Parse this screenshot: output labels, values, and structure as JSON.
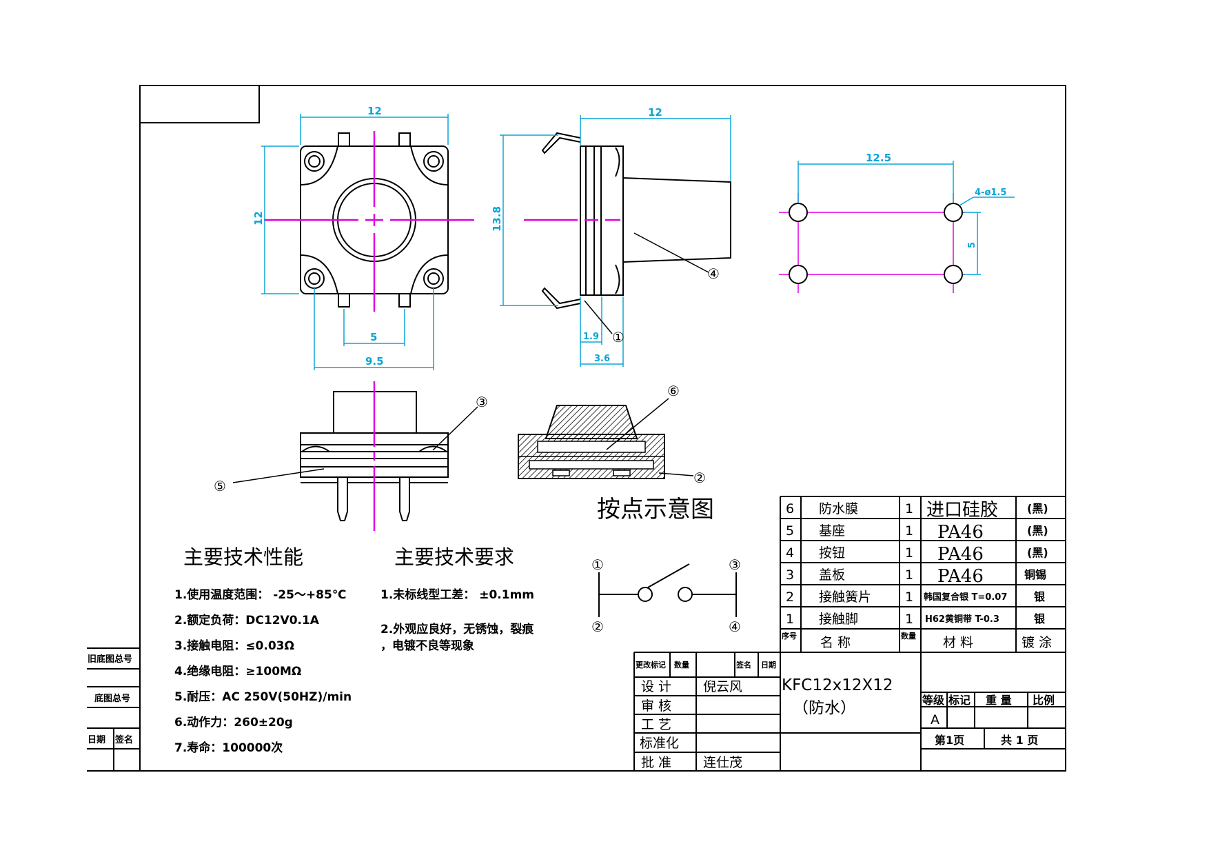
{
  "views": {
    "front": {
      "dim_top": "12",
      "dim_left": "12",
      "dim_pin": "5",
      "dim_bottom": "9.5"
    },
    "side": {
      "dim_top": "12",
      "dim_left": "13.8",
      "dim_19": "1.9",
      "dim_36": "3.6",
      "balloon_1": "①",
      "balloon_4": "④"
    },
    "pcb": {
      "dim_top": "12.5",
      "dim_hole": "4-ø1.5",
      "dim_right": "5"
    },
    "lower": {
      "balloon_3": "③",
      "balloon_5": "⑤",
      "balloon_6": "⑥",
      "balloon_2": "②"
    }
  },
  "diagram_title": "按点示意图",
  "switch": {
    "p1": "①",
    "p2": "②",
    "p3": "③",
    "p4": "④"
  },
  "specs": {
    "heading": "主要技术性能",
    "items": [
      "1.使用温度范围：  -25～+85℃",
      "2.额定负荷：DC12V0.1A",
      "3.接触电阻：≤0.03Ω",
      "4.绝缘电阻：≥100MΩ",
      "5.耐压：AC 250V(50HZ)/min",
      "6.动作力：260±20g",
      "7.寿命：100000次"
    ]
  },
  "reqs": {
    "heading": "主要技术要求",
    "items": [
      "1.未标线型工差：  ±0.1mm",
      "2.外观应良好，无锈蚀，裂痕",
      "，电镀不良等现象"
    ]
  },
  "bom": {
    "rows": [
      {
        "no": "6",
        "name": "防水膜",
        "qty": "1",
        "material": "进口硅胶",
        "finish": "(黑)"
      },
      {
        "no": "5",
        "name": "基座",
        "qty": "1",
        "material": "PA46",
        "finish": "(黑)"
      },
      {
        "no": "4",
        "name": "按钮",
        "qty": "1",
        "material": "PA46",
        "finish": "(黑)"
      },
      {
        "no": "3",
        "name": "盖板",
        "qty": "1",
        "material": "PA46",
        "finish": "铜锡"
      },
      {
        "no": "2",
        "name": "接触簧片",
        "qty": "1",
        "material": "韩国复合银 T=0.07",
        "finish": "银"
      },
      {
        "no": "1",
        "name": "接触脚",
        "qty": "1",
        "material": "H62黄铜带 T-0.3",
        "finish": "银"
      }
    ],
    "header": {
      "no": "序号",
      "name": "名    称",
      "qty": "数量",
      "material": "材    料",
      "finish": "镀 涂"
    }
  },
  "titleblock": {
    "change_mark": "更改标记",
    "quantity": "数量",
    "sign": "签名",
    "date": "日期",
    "design": "设    计",
    "designer": "倪云风",
    "review": "审    核",
    "process": "工    艺",
    "standard": "标准化",
    "approve": "批    准",
    "approver": "连仕茂",
    "model": "KFC12x12X12",
    "model_sub": "（防水）",
    "grade": "等级",
    "mark": "标记",
    "weight": "重 量",
    "scale": "比例",
    "grade_value": "A",
    "page": "第1页",
    "total": "共 1 页"
  },
  "left_strip": {
    "old_total": "旧底图总号",
    "base_total": "底图总号",
    "date": "日期",
    "sign": "签名"
  },
  "colors": {
    "line": "#000000",
    "dimension": "#0aa5d8",
    "center": "#e000e0"
  }
}
